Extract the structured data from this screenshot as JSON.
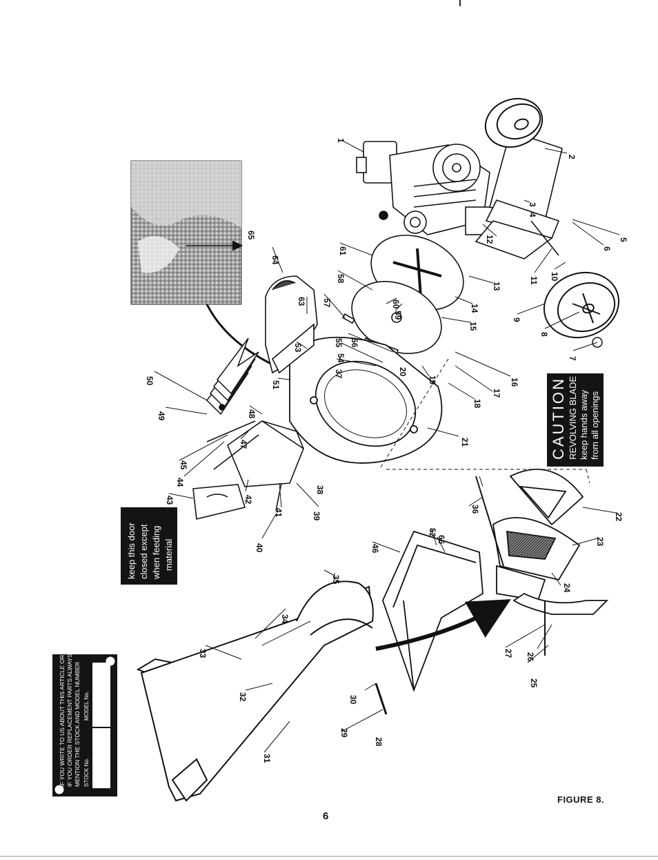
{
  "figure": {
    "caption": "FIGURE 8.",
    "page_number": "6"
  },
  "decals": {
    "caution": {
      "title": "CAUTION",
      "lines": [
        "REVOLVING BLADE",
        "keep hands away",
        "from all openings"
      ]
    },
    "door": {
      "lines": [
        "keep this door",
        "closed except",
        "when feeding",
        "material"
      ]
    },
    "model_plate": {
      "lines": [
        "IF YOU WRITE TO US ABOUT THIS ARTICLE OR",
        "IF YOU ORDER REPLACEMENT PARTS ALWAYS",
        "MENTION THE STOCK AND MODEL NUMBER"
      ],
      "stock_label": "STOCK No.",
      "model_label": "MODEL No."
    }
  },
  "parts": [
    "1",
    "2",
    "3",
    "4",
    "5",
    "6",
    "7",
    "8",
    "9",
    "10",
    "11",
    "12",
    "13",
    "14",
    "15",
    "16",
    "17",
    "18",
    "19",
    "20",
    "21",
    "22",
    "23",
    "24",
    "25",
    "26",
    "27",
    "28",
    "29",
    "30",
    "31",
    "32",
    "33",
    "34",
    "35",
    "36",
    "37",
    "38",
    "39",
    "40",
    "41",
    "42",
    "43",
    "44",
    "45",
    "46",
    "47",
    "48",
    "49",
    "50",
    "51",
    "52",
    "53",
    "54",
    "55",
    "56",
    "57",
    "58",
    "59",
    "60",
    "61",
    "63",
    "64",
    "65",
    "66"
  ],
  "colors": {
    "ink": "#111111",
    "decal_bg": "#141414",
    "paper": "#ffffff"
  }
}
